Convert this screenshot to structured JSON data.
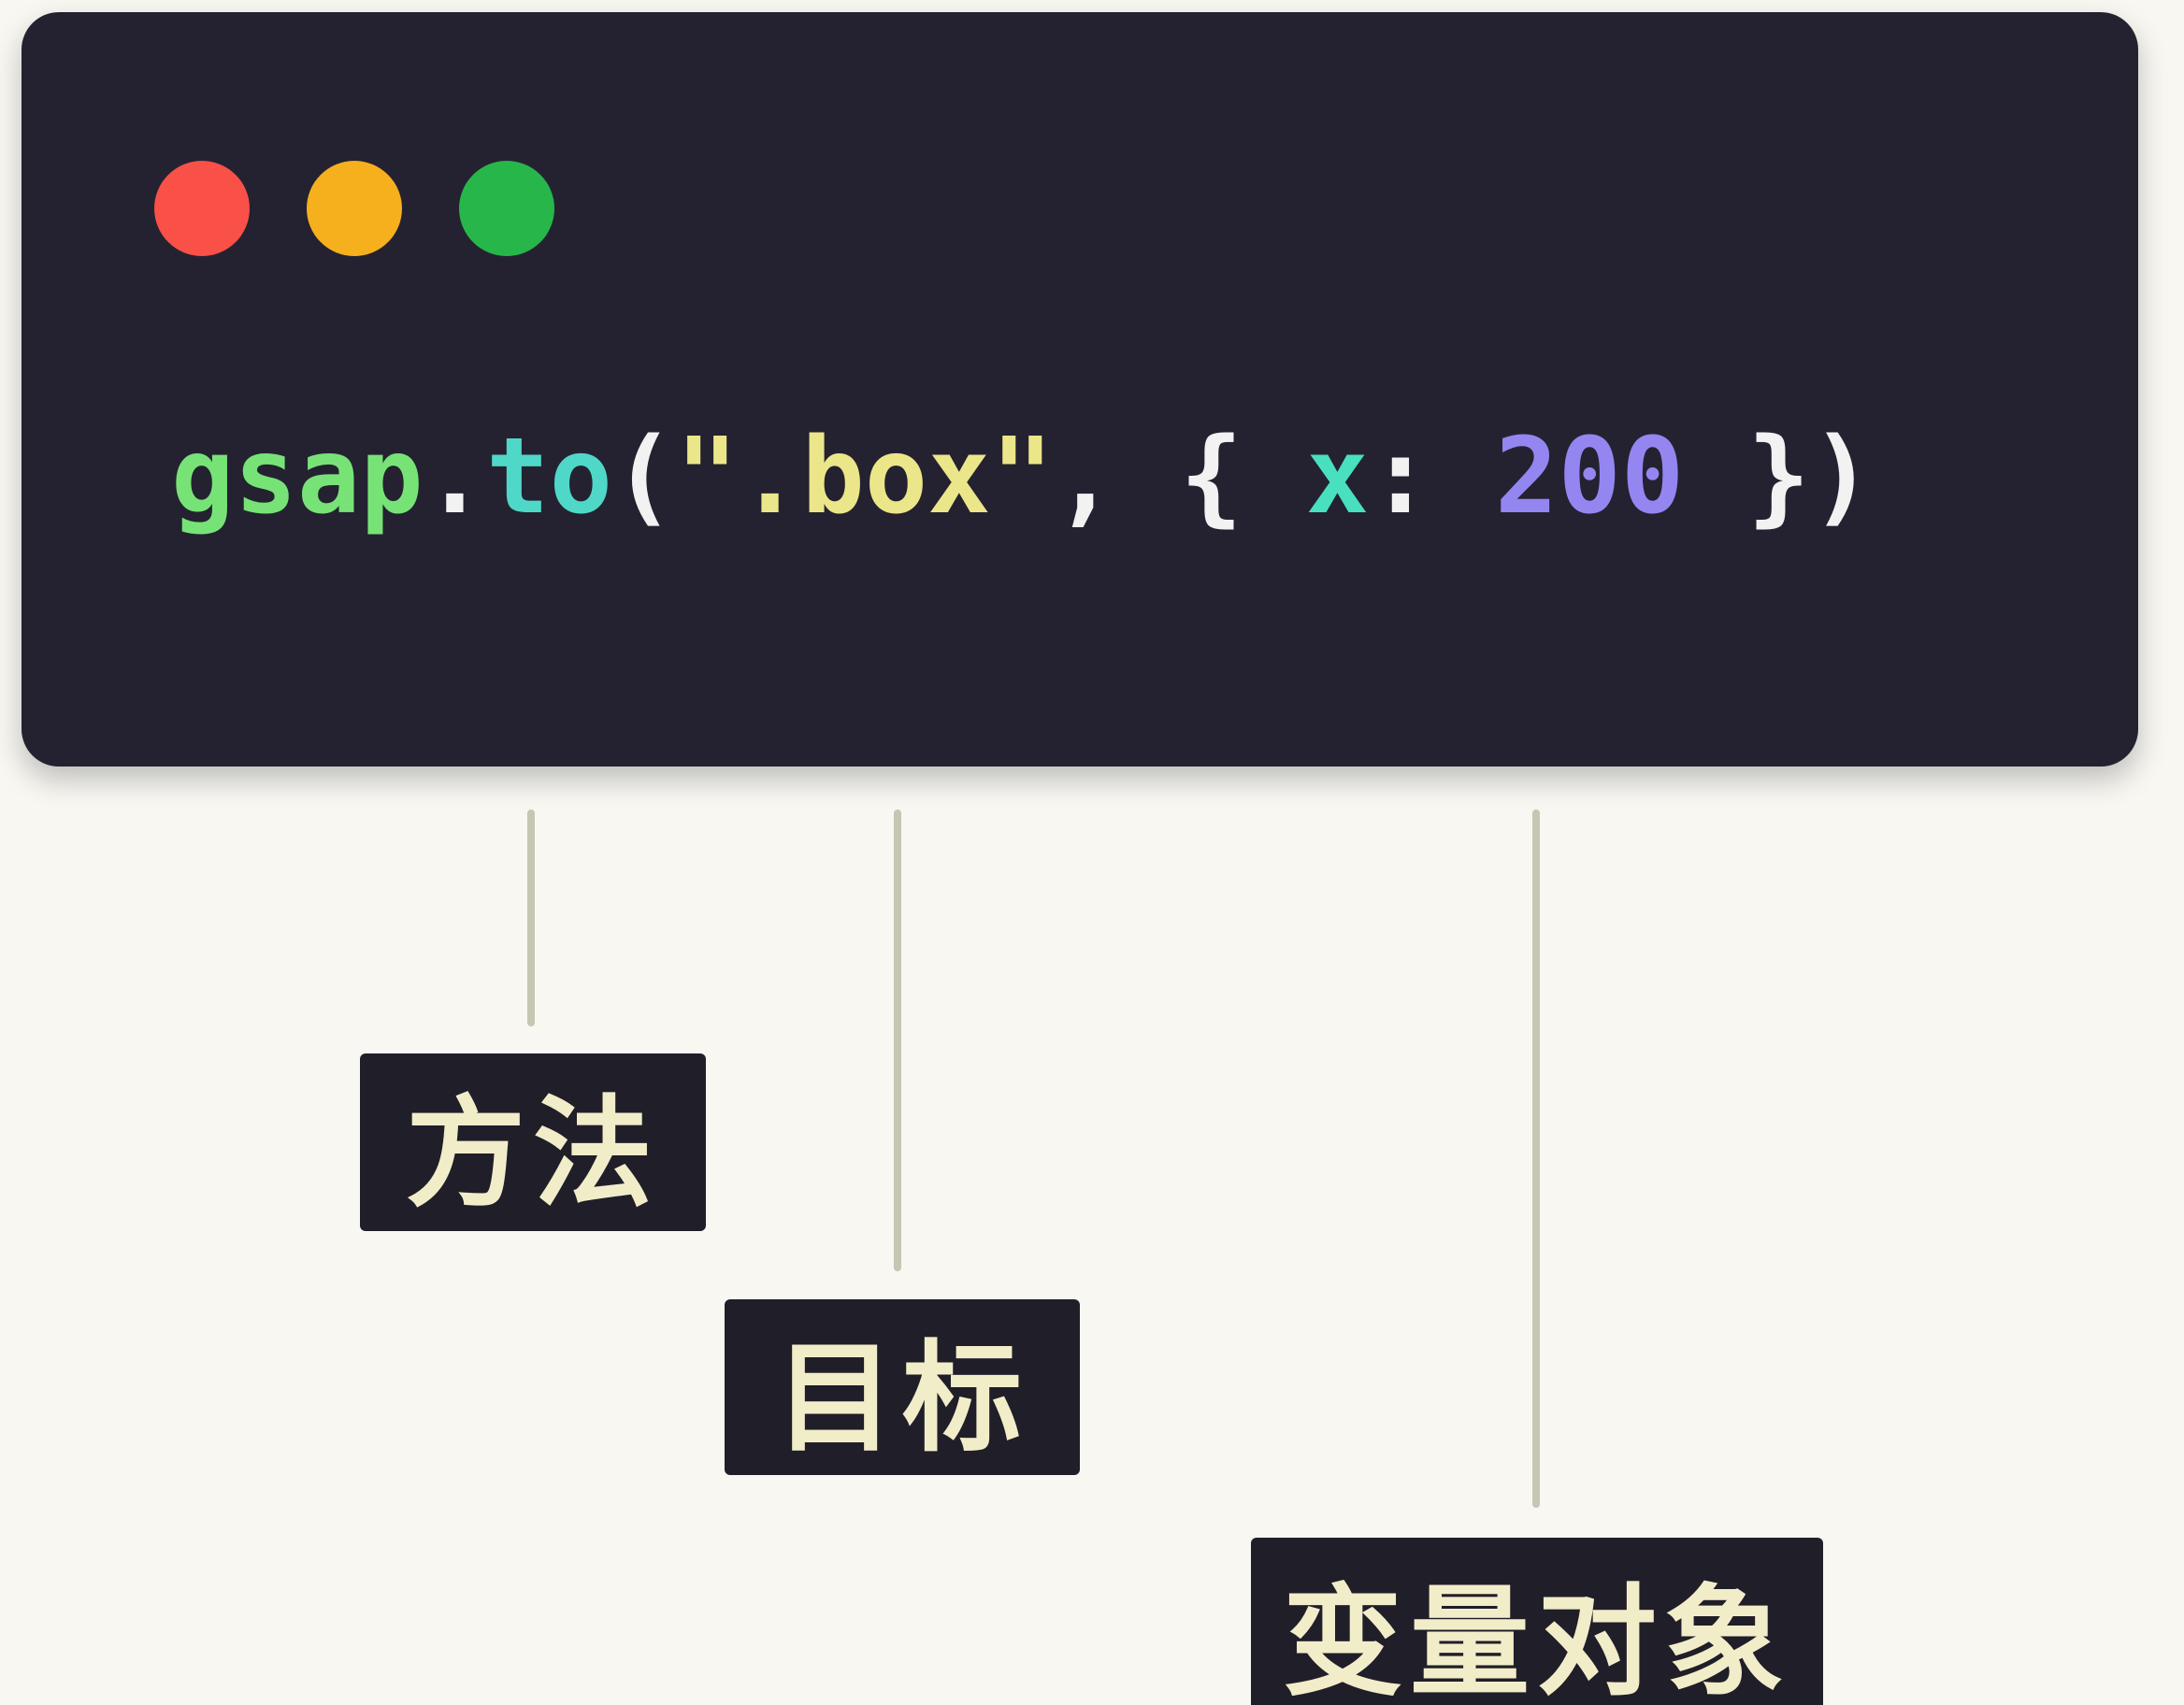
{
  "colors": {
    "page_background": "#f8f7f1",
    "window_background": "#242230",
    "label_background": "#201e29",
    "label_text": "#f2edc9",
    "connector_line": "#c6c6b2"
  },
  "window": {
    "traffic_lights": [
      {
        "name": "close",
        "color": "#f95048"
      },
      {
        "name": "minimize",
        "color": "#f6b01e"
      },
      {
        "name": "zoom",
        "color": "#27b64a"
      }
    ],
    "code": {
      "full_text": "gsap.to(\".box\", { x: 200 })",
      "tokens": [
        {
          "text": "gsap",
          "color": "#77e377"
        },
        {
          "text": ".",
          "color": "#f2f2f2"
        },
        {
          "text": "to",
          "color": "#4fd8c8"
        },
        {
          "text": "(",
          "color": "#f2f2f2"
        },
        {
          "text": "\".box\"",
          "color": "#ece68a"
        },
        {
          "text": ", ",
          "color": "#f2f2f2"
        },
        {
          "text": "{ ",
          "color": "#f2f2f2"
        },
        {
          "text": "x",
          "color": "#49e0c0"
        },
        {
          "text": ": ",
          "color": "#f2f2f2"
        },
        {
          "text": "200",
          "color": "#9486f1"
        },
        {
          "text": " ",
          "color": "#f2f2f2"
        },
        {
          "text": "}",
          "color": "#f2f2f2"
        },
        {
          "text": ")",
          "color": "#f2f2f2"
        }
      ]
    }
  },
  "annotations": [
    {
      "label": "方法"
    },
    {
      "label": "目标"
    },
    {
      "label": "变量对象"
    }
  ]
}
